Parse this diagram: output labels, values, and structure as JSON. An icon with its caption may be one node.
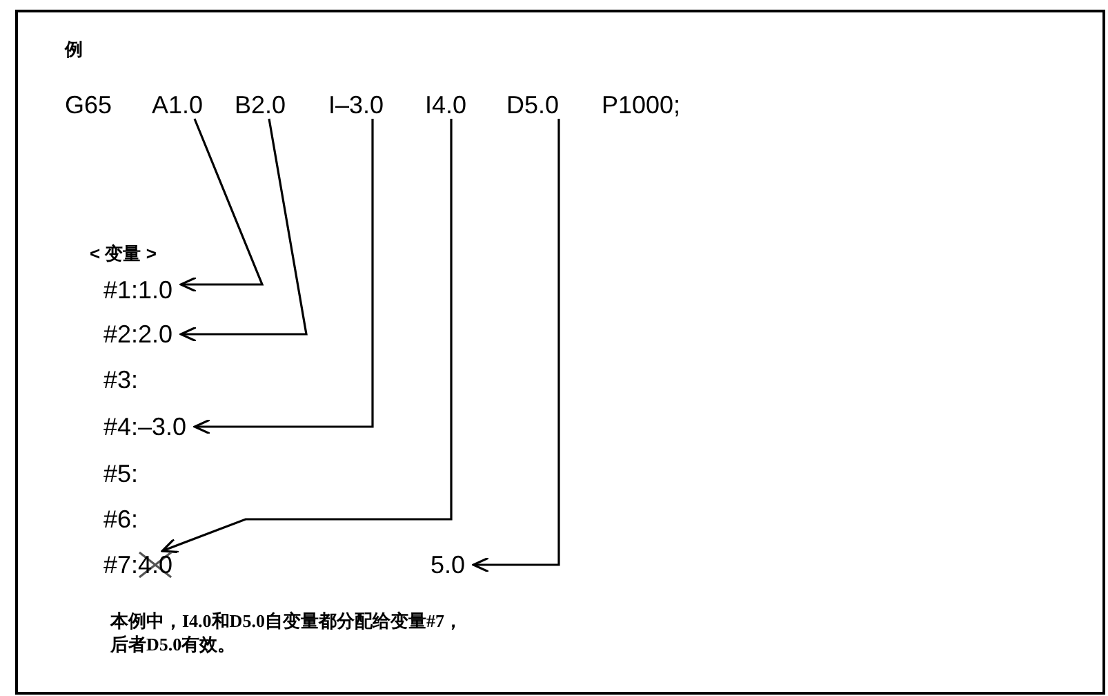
{
  "diagram": {
    "nodes": [
      {
        "text": [
          "A1.0"
        ]
      },
      {
        "text": [
          "B2.0"
        ]
      },
      {
        "text": [
          "I–3.0"
        ]
      },
      {
        "text": [
          "I4.0"
        ]
      },
      {
        "text": [
          "D5.0"
        ]
      },
      {
        "text": [
          "#1:1.0"
        ]
      },
      {
        "text": [
          "#2:2.0"
        ]
      },
      {
        "text": [
          "#4:–3.0"
        ]
      },
      {
        "text": [
          "4.0"
        ]
      },
      {
        "text": [
          "5.0"
        ]
      }
    ],
    "edges": [
      {
        "from": 0,
        "to": 5,
        "arrow": "to"
      },
      {
        "from": 1,
        "to": 6,
        "arrow": "to"
      },
      {
        "from": 2,
        "to": 7,
        "arrow": "to"
      },
      {
        "from": 3,
        "to": 8,
        "arrow": "to"
      },
      {
        "from": 4,
        "to": 9,
        "arrow": "to"
      }
    ],
    "labels": [
      "例",
      "G65",
      "P1000;",
      "< 变量 >",
      "#3:",
      "#5:",
      "#6:",
      "#7:",
      "本例中，I4.0和D5.0自变量都分配给变量#7，后者D5.0有效。"
    ]
  }
}
